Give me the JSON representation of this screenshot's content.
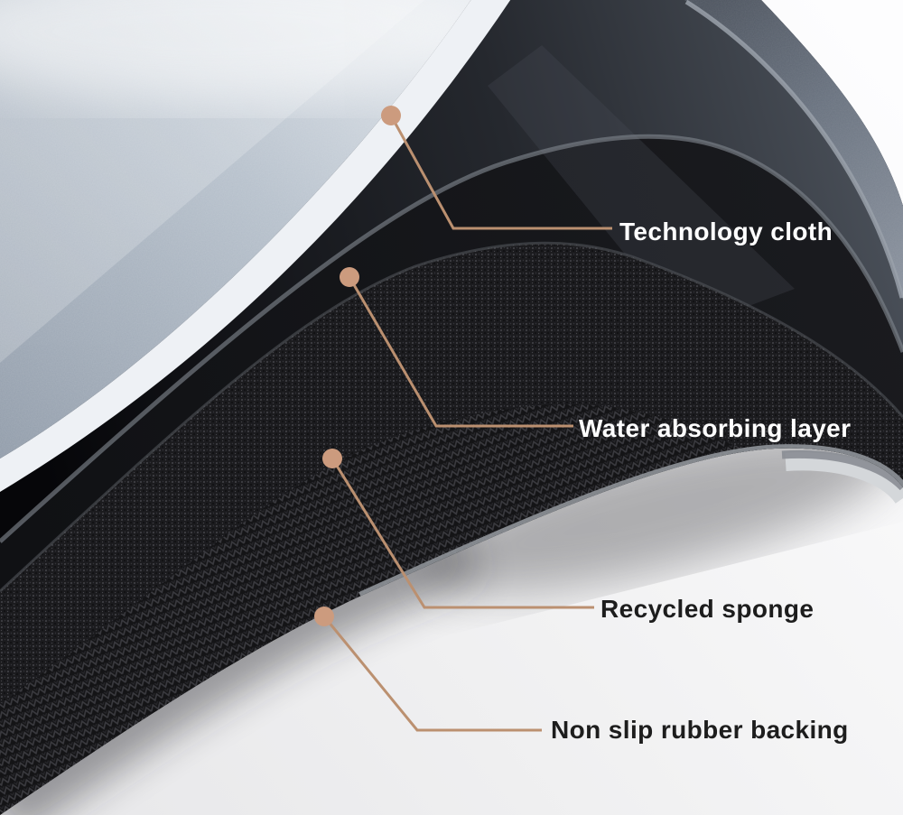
{
  "annotations": [
    {
      "label": "Technology cloth",
      "text_color": "#ffffff"
    },
    {
      "label": "Water absorbing layer",
      "text_color": "#ffffff"
    },
    {
      "label": "Recycled sponge",
      "text_color": "#1d1d1d"
    },
    {
      "label": "Non slip rubber backing",
      "text_color": "#1d1d1d"
    }
  ],
  "colors": {
    "leader_line": "#bb9070",
    "callout_dot": "#cc9b7e",
    "fabric_top": "#b7c1cc",
    "edge_band": "#eef1f5",
    "mat_body": "#101114",
    "overcurl_band": "#6a7380",
    "floor": "#f2f2f3"
  }
}
